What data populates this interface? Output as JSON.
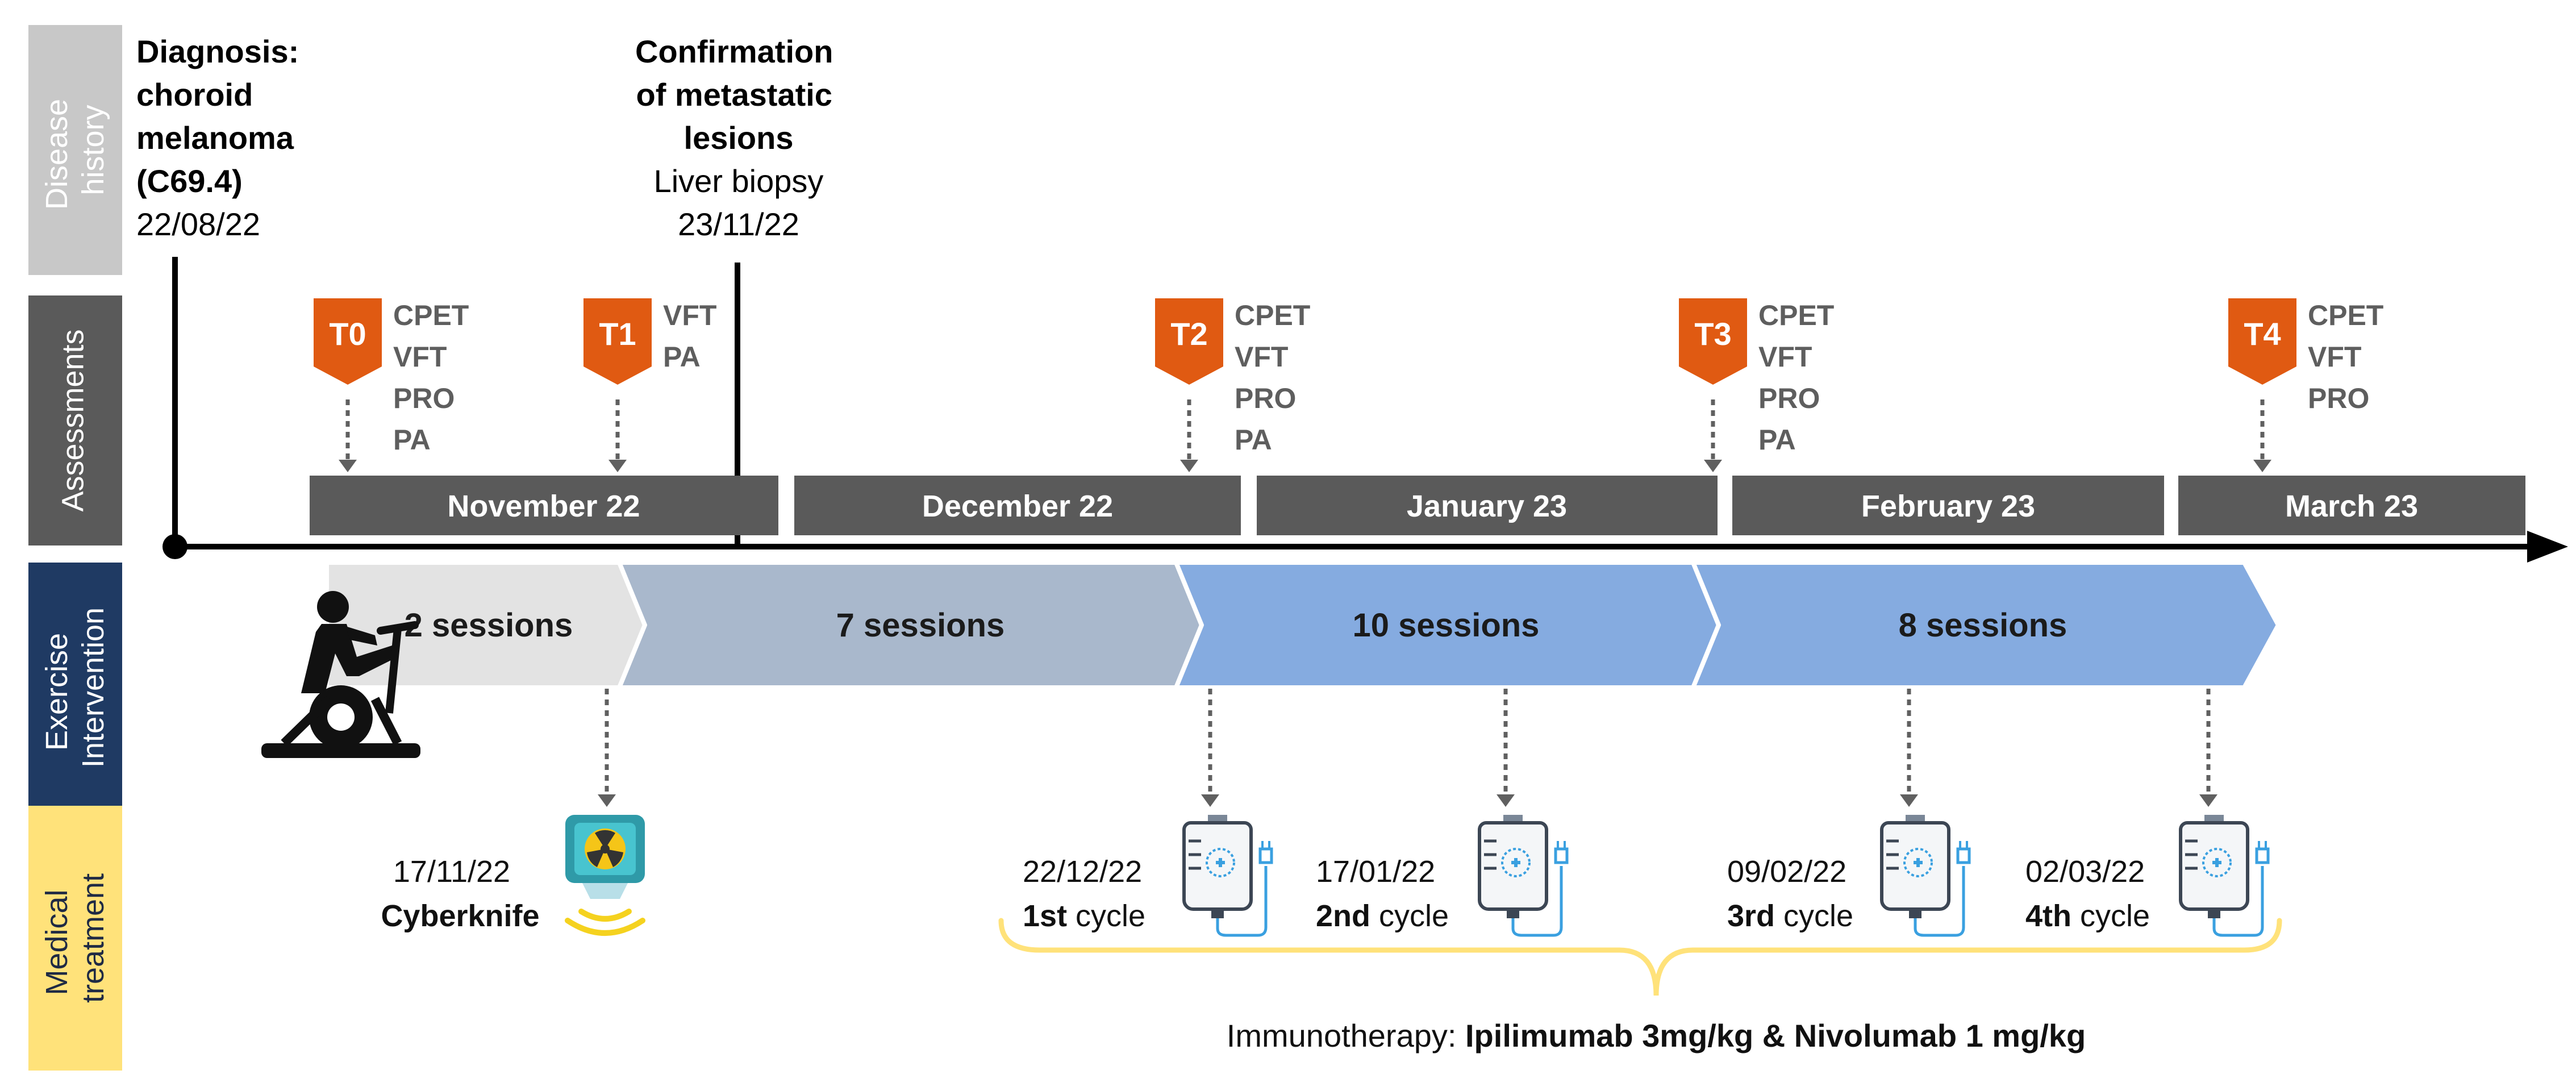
{
  "rows": [
    {
      "label_lines": [
        "Disease",
        "history"
      ],
      "color": "#c8c8c8",
      "text_color": "#ffffff"
    },
    {
      "label_lines": [
        "Assessments"
      ],
      "color": "#5a5a5a",
      "text_color": "#ffffff"
    },
    {
      "label_lines": [
        "Exercise",
        "Intervention"
      ],
      "color": "#1f3a63",
      "text_color": "#ffffff"
    },
    {
      "label_lines": [
        "Medical",
        "treatment"
      ],
      "color": "#ffe27a",
      "text_color": "#1f2a44"
    }
  ],
  "disease_history": {
    "diagnosis": {
      "title_lines": [
        "Diagnosis:",
        "choroid",
        "melanoma",
        "(C69.4)"
      ],
      "date": "22/08/22"
    },
    "confirmation": {
      "title_lines": [
        "Confirmation",
        "of metastatic",
        "lesions"
      ],
      "detail": "Liver biopsy",
      "date": "23/11/22"
    }
  },
  "assessments": [
    {
      "tag": "T0",
      "items": [
        "CPET",
        "VFT",
        "PRO",
        "PA"
      ]
    },
    {
      "tag": "T1",
      "items": [
        "VFT",
        "PA"
      ]
    },
    {
      "tag": "T2",
      "items": [
        "CPET",
        "VFT",
        "PRO",
        "PA"
      ]
    },
    {
      "tag": "T3",
      "items": [
        "CPET",
        "VFT",
        "PRO",
        "PA"
      ]
    },
    {
      "tag": "T4",
      "items": [
        "CPET",
        "VFT",
        "PRO"
      ]
    }
  ],
  "months": [
    "November 22",
    "December 22",
    "January 23",
    "February 23",
    "March 23"
  ],
  "exercise": [
    {
      "label": "2 sessions",
      "color": "#e3e3e3"
    },
    {
      "label": "7 sessions",
      "color": "#a9b8cc"
    },
    {
      "label": "10 sessions",
      "color": "#85abe0"
    },
    {
      "label": "8 sessions",
      "color": "#85abe0"
    }
  ],
  "treatments": [
    {
      "date": "17/11/22",
      "name": "Cyberknife"
    },
    {
      "date": "22/12/22",
      "ordinal": "1st",
      "suffix": " cycle"
    },
    {
      "date": "17/01/22",
      "ordinal": "2nd",
      "suffix": " cycle"
    },
    {
      "date": "09/02/22",
      "ordinal": "3rd",
      "suffix": " cycle"
    },
    {
      "date": "02/03/22",
      "ordinal": "4th",
      "suffix": " cycle"
    }
  ],
  "immunotherapy": {
    "prefix": "Immunotherapy: ",
    "drugs": "Ipilimumab 3mg/kg & Nivolumab 1 mg/kg"
  },
  "icons": {
    "exercise": "stationary-bike-icon",
    "radiation": "radiation-device-icon",
    "infusion": "iv-bag-icon"
  },
  "colors": {
    "assessment_tag": "#e05a12",
    "month_bar": "#5a5a5a",
    "axis": "#000000",
    "brace": "#ffe27a",
    "dotted_arrow": "#606060",
    "iv_accent": "#3aa0e0"
  }
}
